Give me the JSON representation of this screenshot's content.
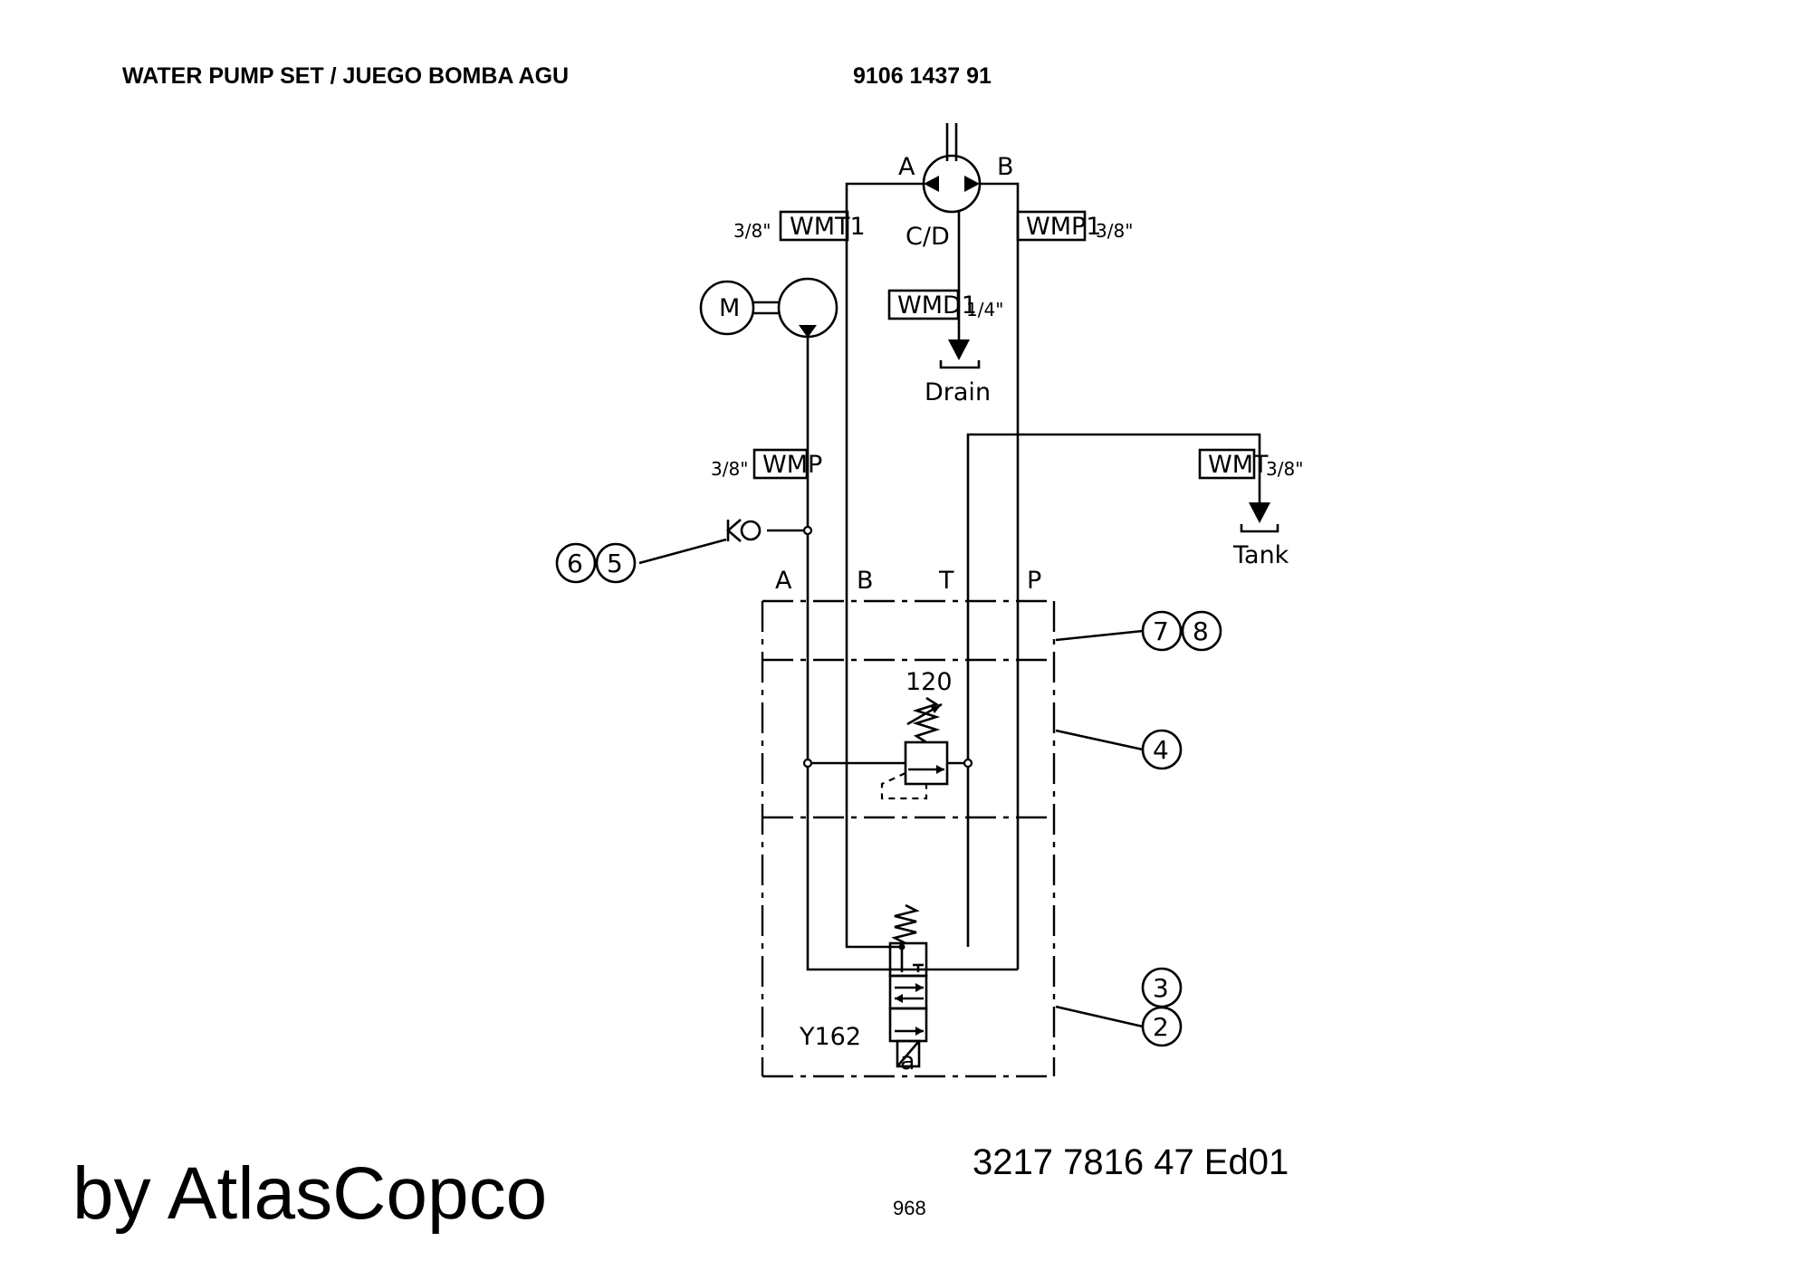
{
  "header": {
    "title": "WATER PUMP SET / JUEGO BOMBA AGU",
    "part_number": "9106 1437 91"
  },
  "footer": {
    "brand": "by AtlasCopco",
    "document_number": "3217 7816 47  Ed01",
    "page_number": "968"
  },
  "diagram": {
    "motor_ports": {
      "a": "A",
      "b": "B",
      "drain_port": "C/D"
    },
    "motor_symbol": "M",
    "ports": {
      "wmt1": {
        "name": "WMT1",
        "size": "3/8\""
      },
      "wmp1": {
        "name": "WMP1",
        "size": "3/8\""
      },
      "wmd1": {
        "name": "WMD1",
        "size": "1/4\""
      },
      "wmp": {
        "name": "WMP",
        "size": "3/8\""
      },
      "wmt": {
        "name": "WMT",
        "size": "3/8\""
      }
    },
    "drain_label": "Drain",
    "tank_label": "Tank",
    "block_ports": [
      "A",
      "B",
      "T",
      "P"
    ],
    "relief_setting": "120",
    "solenoid_name": "Y162",
    "solenoid_side": "a",
    "item_numbers": {
      "n6": "6",
      "n5": "5",
      "n7": "7",
      "n8": "8",
      "n4": "4",
      "n3": "3",
      "n2": "2"
    }
  }
}
